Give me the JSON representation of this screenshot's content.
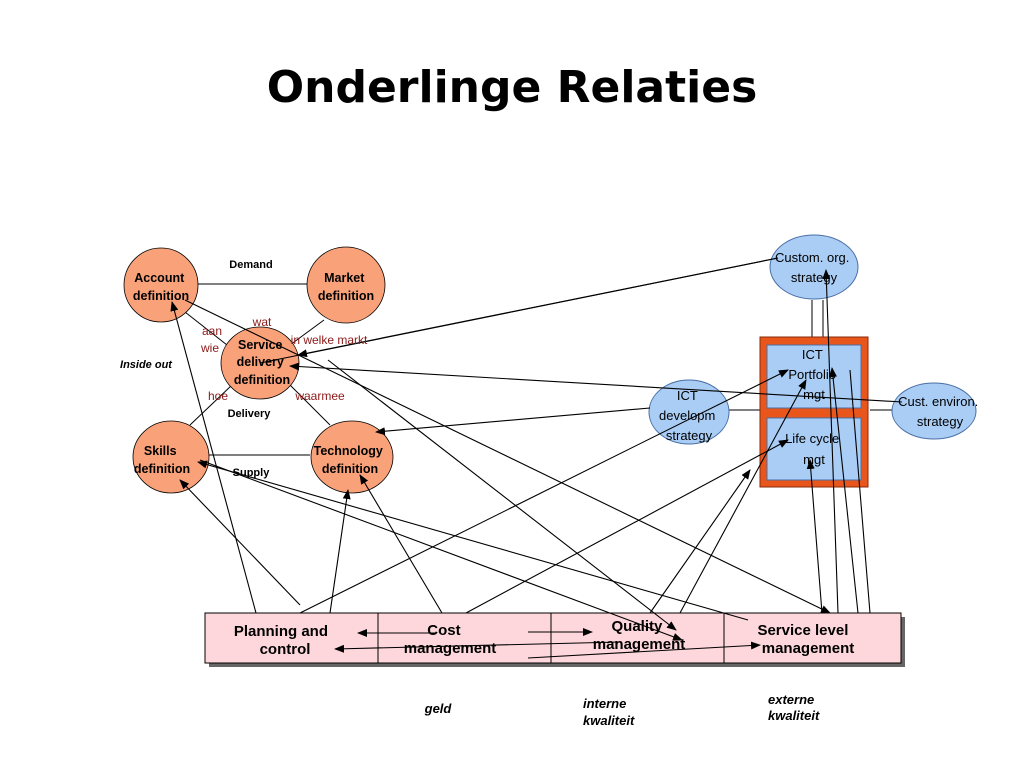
{
  "title": "Onderlinge Relaties",
  "nodes": {
    "account": [
      "Account",
      "definition"
    ],
    "market": [
      "Market",
      "definition"
    ],
    "service": [
      "Service",
      "delivery",
      "definition"
    ],
    "skills": [
      "Skills",
      "definition"
    ],
    "technology": [
      "Technology",
      "definition"
    ],
    "custom_org": [
      "Custom. org.",
      "strategy"
    ],
    "ict_develop": [
      "ICT",
      "developm",
      "strategy"
    ],
    "cust_environ": [
      "Cust. environ.",
      "strategy"
    ],
    "ict_portfolio": [
      "ICT",
      "Portfolio",
      "mgt"
    ],
    "life_cycle": [
      "Life cycle",
      "mgt"
    ]
  },
  "edge_labels": {
    "demand": "Demand",
    "delivery": "Delivery",
    "supply": "Supply",
    "inside_out": "Inside out",
    "wat": "wat",
    "aan": "aan",
    "wie": "wie",
    "in_welke_markt": "in welke markt",
    "hoe": "hoe",
    "waarmee": "waarmee"
  },
  "management": {
    "planning": [
      "Planning and",
      "control"
    ],
    "cost": [
      "Cost",
      "management"
    ],
    "quality": [
      "Quality",
      "management"
    ],
    "service_level": [
      "Service level",
      "management"
    ]
  },
  "footnotes": {
    "geld": "geld",
    "interne": [
      "interne",
      "kwaliteit"
    ],
    "externe": [
      "externe",
      "kwaliteit"
    ]
  },
  "colors": {
    "node_fill": "#f9a27a",
    "blue_fill": "#a9cdf5",
    "orange_frame": "#e8561c",
    "bar_fill": "#fdd7dc"
  }
}
